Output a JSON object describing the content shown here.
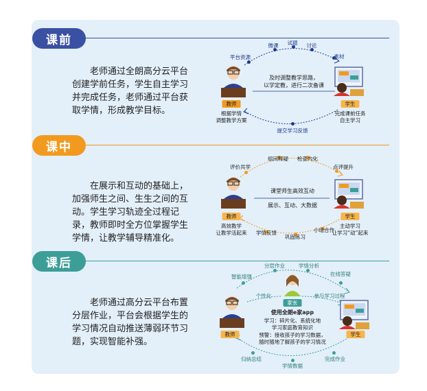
{
  "sections": [
    {
      "badge": "课前",
      "color": "#3a50a3",
      "paragraph": "老师通过全朗高分云平台创建学前任务，学生自主学习并完成任务，老师通过平台获取学情，形成教学目标。",
      "teacher_tag": "教师",
      "teacher_caption": [
        "根据学情",
        "调整教学方案"
      ],
      "student_tag": "学生",
      "student_caption": [
        "完成课前任务",
        "自主学习"
      ],
      "top_labels": [
        "平台资源",
        "微课",
        "试题",
        "讨论",
        "素材"
      ],
      "bottom_label": "提交学习反馈",
      "center_text": [
        "及时调整教学思路，",
        "以学定教，进行二次备课"
      ]
    },
    {
      "badge": "课中",
      "color": "#f29a1f",
      "paragraph": "在展示和互动的基础上，加强师生之间、生生之间的互动。学生学习轨迹全过程记录，教师即时全方位掌握学生学情，让教学辅导精准化。",
      "teacher_tag": "教师",
      "teacher_caption": [
        "高效教学",
        "让教学活起来"
      ],
      "student_tag": "学生",
      "student_caption": [
        "主动学习",
        "让学习“动”起来"
      ],
      "top_labels": [
        "评价共学",
        "组间释疑",
        "检查内化",
        "点评提升"
      ],
      "bottom_labels": [
        "学情反馈",
        "巩固练习",
        "小组合作"
      ],
      "center_text": [
        "课堂师生高效互动",
        "展示、互动、大数据"
      ]
    },
    {
      "badge": "课后",
      "color": "#3d9e98",
      "paragraph": "老师通过高分云平台布置分层作业，平台会根据学生的学习情况自动推送薄弱环节习题，实现智能补强。",
      "teacher_tag": "教师",
      "student_tag": "学生",
      "parent_tag": "家长",
      "top_labels": [
        "智能增强",
        "分层作业",
        "学情分析",
        "在线答疑"
      ],
      "mid_labels": [
        "个性化",
        "参与学习过程"
      ],
      "bottom_labels": [
        "归纳总结",
        "学情数据",
        "完成作业"
      ],
      "center_title": "使用全朗e家app",
      "center_text": [
        "学习：碎片化、系统化地",
        "学习家庭教育知识",
        "预警：接收孩子的学习数据，",
        "随时随地了解孩子的学习情况"
      ]
    }
  ]
}
